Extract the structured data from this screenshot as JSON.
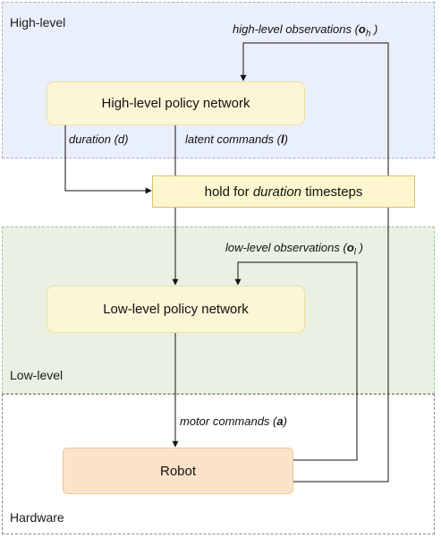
{
  "regions": {
    "high_level": "High-level",
    "low_level": "Low-level",
    "hardware": "Hardware"
  },
  "nodes": {
    "high_level_policy": "High-level policy network",
    "hold_prefix": "hold for ",
    "hold_emph": "duration",
    "hold_suffix": " timesteps",
    "low_level_policy": "Low-level policy network",
    "robot": "Robot"
  },
  "edges": {
    "high_obs_prefix": "high-level observations (",
    "high_obs_symbol": "o",
    "high_obs_sub": "h",
    "high_obs_suffix": " )",
    "duration_prefix": "duration (",
    "duration_symbol": "d",
    "duration_suffix": ")",
    "latent_prefix": "latent commands (",
    "latent_symbol": "l",
    "latent_suffix": ")",
    "low_obs_prefix": "low-level observations (",
    "low_obs_symbol": "o",
    "low_obs_sub": "l",
    "low_obs_suffix": " )",
    "motor_prefix": "motor commands (",
    "motor_symbol": "a",
    "motor_suffix": ")"
  },
  "colors": {
    "high_region": "#eaf0fb",
    "low_region": "#e9f1e3",
    "policy_box": "#fcf5d6",
    "robot_box": "#fbe3c9"
  }
}
